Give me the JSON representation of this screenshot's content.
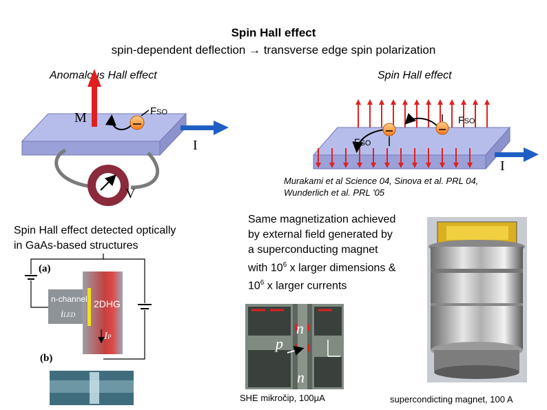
{
  "header": {
    "title": "Spin Hall effect",
    "subtitle": "spin-dependent deflection → transverse edge spin polarization"
  },
  "left_panel": {
    "heading": "Anomalous Hall effect",
    "label_m": "M",
    "label_fso": "F",
    "label_fso_sub": "SO",
    "label_i": "I",
    "label_v": "V"
  },
  "right_panel": {
    "heading": "Spin Hall effect",
    "label_fso_a": "F",
    "label_fso_a_sub": "SO",
    "label_fso_b": "F",
    "label_fso_b_sub": "SO",
    "label_i": "I",
    "refs_line1": "Murakami et al Science 04, Sinova et al. PRL 04,",
    "refs_line2": "Wunderlich et al. PRL '05"
  },
  "optical": {
    "caption_line1": "Spin Hall effect detected optically",
    "caption_line2": "in GaAs-based structures",
    "label_a": "(a)",
    "label_b": "(b)",
    "label_nchannel": "n-channel",
    "label_2dhg": "2DHG",
    "label_iled": "i",
    "label_iled_sub": "LED",
    "label_ip": "I",
    "label_ip_sub": "P"
  },
  "magnet_text": {
    "line1": "Same magnetization achieved",
    "line2": "by external field generated by",
    "line3": "a superconducting magnet",
    "line4a": "with 10",
    "line4sup": "6",
    "line4b": " x larger dimensions &",
    "line5a": "10",
    "line5sup": "6",
    "line5b": " x larger currents"
  },
  "chip": {
    "label_n_top": "n",
    "label_p": "p",
    "label_n_bottom": "n",
    "caption": "SHE mikročip, 100μA"
  },
  "magnet_photo": {
    "caption": "supercondicting magnet, 100 A"
  },
  "colors": {
    "slab": "#aeb6e6",
    "slab_edge": "#6f77b8",
    "arrow_red": "#e02020",
    "arrow_blue": "#1f5fc4",
    "ball": "#ff9a3c",
    "meter": "#8a2a3a"
  }
}
